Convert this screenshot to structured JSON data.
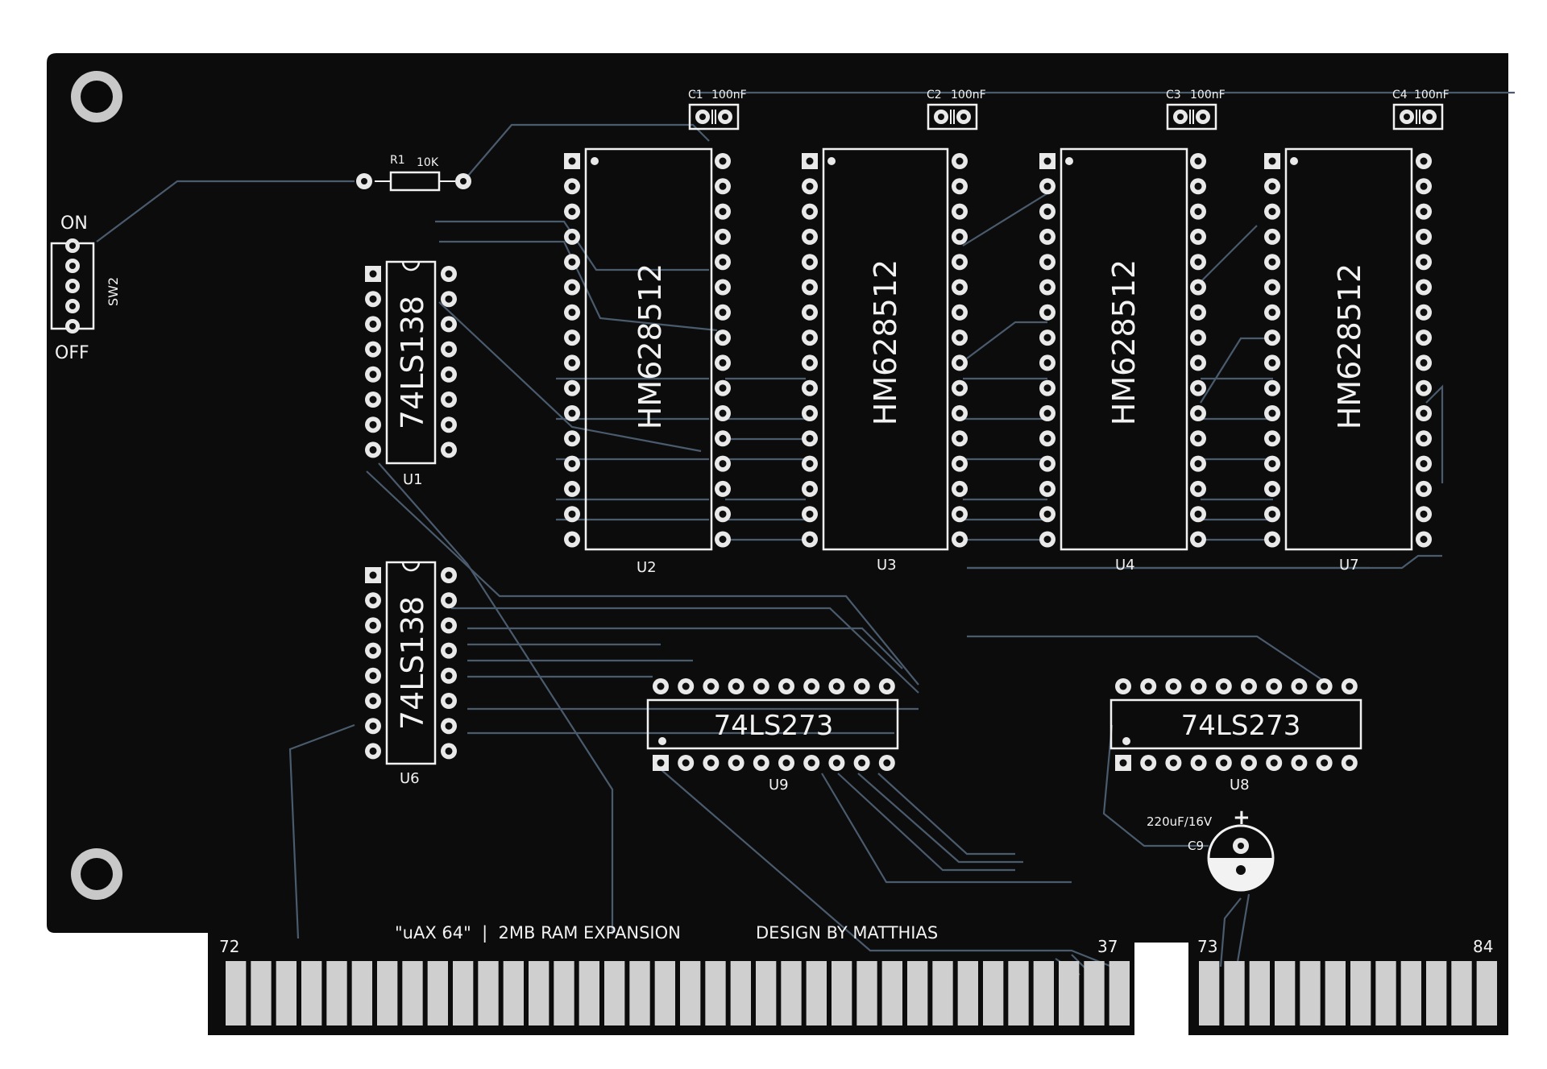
{
  "board": {
    "switch": {
      "ref": "SW2",
      "on_label": "ON",
      "off_label": "OFF"
    },
    "resistor": {
      "ref": "R1",
      "value": "10K"
    },
    "capacitors": [
      {
        "ref": "C1",
        "value": "100nF"
      },
      {
        "ref": "C2",
        "value": "100nF"
      },
      {
        "ref": "C3",
        "value": "100nF"
      },
      {
        "ref": "C4",
        "value": "100nF"
      }
    ],
    "electrolytic": {
      "ref": "C9",
      "value": "220uF/16V",
      "polarity": "+"
    },
    "chips": {
      "u1": {
        "ref": "U1",
        "part": "74LS138"
      },
      "u6": {
        "ref": "U6",
        "part": "74LS138"
      },
      "u2": {
        "ref": "U2",
        "part": "HM628512"
      },
      "u3": {
        "ref": "U3",
        "part": "HM628512"
      },
      "u4": {
        "ref": "U4",
        "part": "HM628512"
      },
      "u7": {
        "ref": "U7",
        "part": "HM628512"
      },
      "u9": {
        "ref": "U9",
        "part": "74LS273"
      },
      "u8": {
        "ref": "U8",
        "part": "74LS273"
      }
    },
    "title_text": "\"uAX 64\"  |  2MB RAM EXPANSION",
    "credit_text": "DESIGN BY MATTHIAS",
    "edge_labels": {
      "left_start": "72",
      "left_end": "37",
      "right_start": "73",
      "right_end": "84"
    },
    "colors": {
      "board": "#0c0c0c",
      "trace": "#4a5b6d",
      "silkscreen": "#f2f2f2",
      "pad": "#e9e9e9",
      "gold_finger": "#cfcfcf"
    }
  }
}
